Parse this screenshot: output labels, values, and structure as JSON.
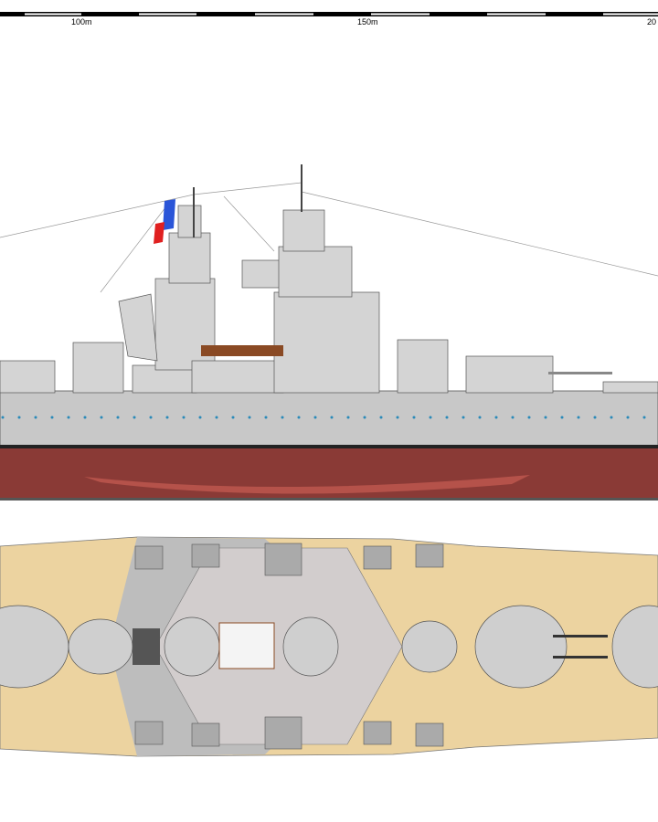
{
  "scale_bar": {
    "labels": [
      "100m",
      "150m",
      "20"
    ]
  },
  "colors": {
    "hull_gray": "#c8c8c8",
    "superstructure": "#d4d4d4",
    "antifouling_red": "#8a3a36",
    "boot_red": "#b5524a",
    "deck_wood": "#ecd3a0",
    "flag_blue": "#2a55d8",
    "flag_red": "#e02020",
    "porthole": "#2a8ab8"
  }
}
